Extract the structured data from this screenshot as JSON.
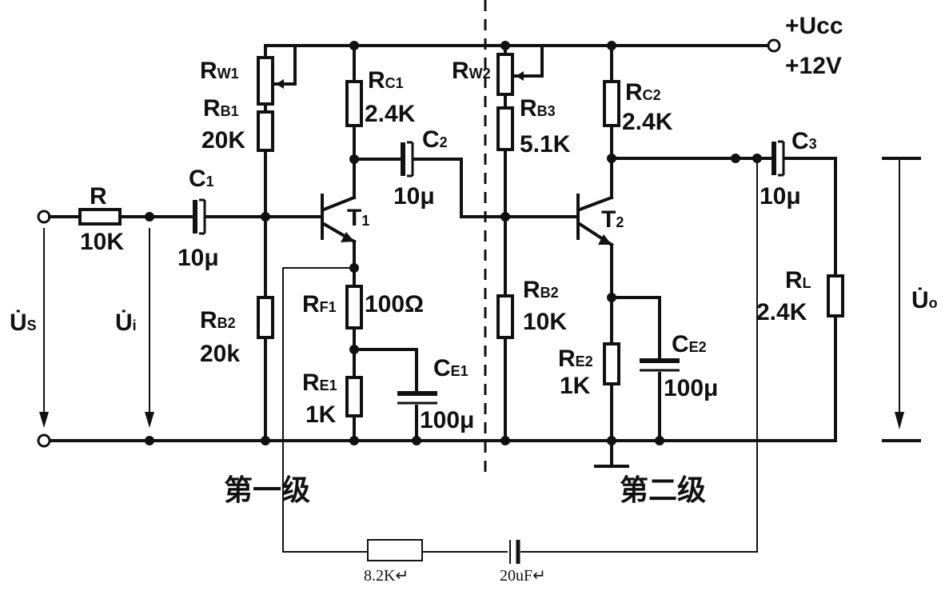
{
  "supply": {
    "name": "+Ucc",
    "voltage": "+12V"
  },
  "stage1": {
    "label": "第一级",
    "rw1": {
      "name": "R",
      "sub": "W1"
    },
    "rb1": {
      "name": "R",
      "sub": "B1",
      "value": "20K"
    },
    "rc1": {
      "name": "R",
      "sub": "C1",
      "value": "2.4K"
    },
    "rb2": {
      "name": "R",
      "sub": "B2",
      "value": "20k"
    },
    "rf1": {
      "name": "R",
      "sub": "F1",
      "value": "100Ω"
    },
    "re1": {
      "name": "R",
      "sub": "E1",
      "value": "1K"
    },
    "ce1": {
      "name": "C",
      "sub": "E1",
      "value": "100μ"
    },
    "t1": {
      "name": "T",
      "sub": "1"
    }
  },
  "stage2": {
    "label": "第二级",
    "rw2": {
      "name": "R",
      "sub": "W2"
    },
    "rb3": {
      "name": "R",
      "sub": "B3",
      "value": "5.1K"
    },
    "rc2": {
      "name": "R",
      "sub": "C2",
      "value": "2.4K"
    },
    "rb2": {
      "name": "R",
      "sub": "B2",
      "value": "10K"
    },
    "re2": {
      "name": "R",
      "sub": "E2",
      "value": "1K"
    },
    "ce2": {
      "name": "C",
      "sub": "E2",
      "value": "100μ"
    },
    "t2": {
      "name": "T",
      "sub": "2"
    }
  },
  "input": {
    "r": {
      "name": "R",
      "value": "10K"
    },
    "c1": {
      "name": "C",
      "sub": "1",
      "value": "10μ"
    },
    "us": {
      "name": "U̇",
      "sub": "S"
    },
    "ui": {
      "name": "U̇",
      "sub": "i"
    }
  },
  "coupling": {
    "c2": {
      "name": "C",
      "sub": "2",
      "value": "10μ"
    }
  },
  "output": {
    "c3": {
      "name": "C",
      "sub": "3",
      "value": "10μ"
    },
    "rl": {
      "name": "R",
      "sub": "L",
      "value": "2.4K"
    },
    "uo": {
      "name": "U̇",
      "sub": "o"
    }
  },
  "feedback": {
    "resistor": "8.2K↵",
    "capacitor": "20uF↵"
  }
}
